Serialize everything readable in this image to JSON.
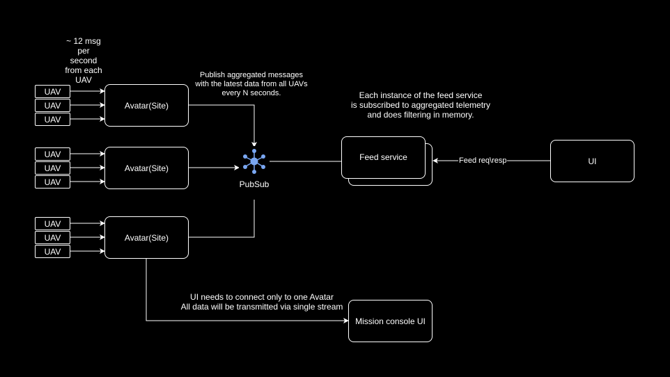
{
  "uav_label": "UAV",
  "avatar_label": "Avatar(Site)",
  "pubsub_label": "PubSub",
  "feed_service_label": "Feed service",
  "ui_label": "UI",
  "mission_console_label": "Mission console UI",
  "edge_label_feed": "Feed req\\resp",
  "notes": {
    "rate": "~ 12 msg\nper\nsecond\nfrom each\nUAV",
    "publish": "Publish aggregated messages\nwith the latest data from all UAVs\nevery N seconds.",
    "feed_instance": "Each instance of the feed service\nis subscribed to aggregated telemetry\nand does filtering in memory.",
    "mission": "UI needs to connect only to one Avatar\nAll data will be transmitted via single stream"
  },
  "colors": {
    "background": "#000000",
    "line": "#ffffff",
    "pubsub_icon": "#7aa7f2"
  }
}
